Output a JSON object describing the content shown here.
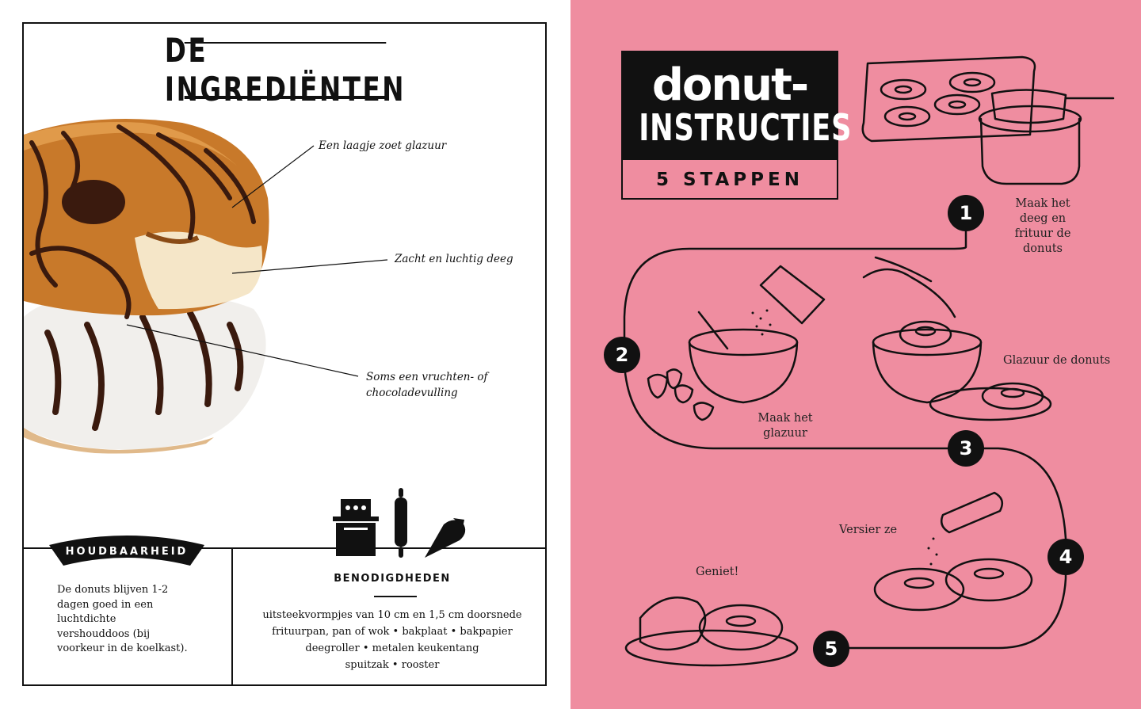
{
  "left": {
    "title": "DE INGREDIËNTEN",
    "annotations": {
      "glaze": "Een laagje zoet glazuur",
      "dough": "Zacht en luchtig deeg",
      "filling": "Soms een vruchten- of chocoladevulling"
    },
    "shelf_life": {
      "banner": "HOUDBAARHEID",
      "text": "De donuts blijven 1-2 dagen goed in een luchtdichte vershouddoos (bij voorkeur in de koelkast)."
    },
    "supplies": {
      "title": "BENODIGDHEDEN",
      "lines": [
        "uitsteekvormpjes van 10 cm en 1,5 cm doorsnede",
        "frituurpan, pan of wok • bakplaat • bakpapier",
        "deegroller • metalen keukentang",
        "spuitzak • rooster"
      ]
    }
  },
  "right": {
    "brand_top": "donut-",
    "brand_mid": "INSTRUCTIES",
    "brand_steps": "5 STAPPEN",
    "steps": [
      {
        "number": "1",
        "label": "Maak het deeg en frituur de donuts"
      },
      {
        "number": "2",
        "label": "Maak het glazuur"
      },
      {
        "number": "3",
        "label": "Glazuur de donuts"
      },
      {
        "number": "4",
        "label": "Versier ze"
      },
      {
        "number": "5",
        "label": "Geniet!"
      }
    ]
  },
  "colors": {
    "pink": "#ef8da0",
    "ink": "#111111",
    "glaze": "#c8792a",
    "chocolate": "#3a1a0e"
  }
}
